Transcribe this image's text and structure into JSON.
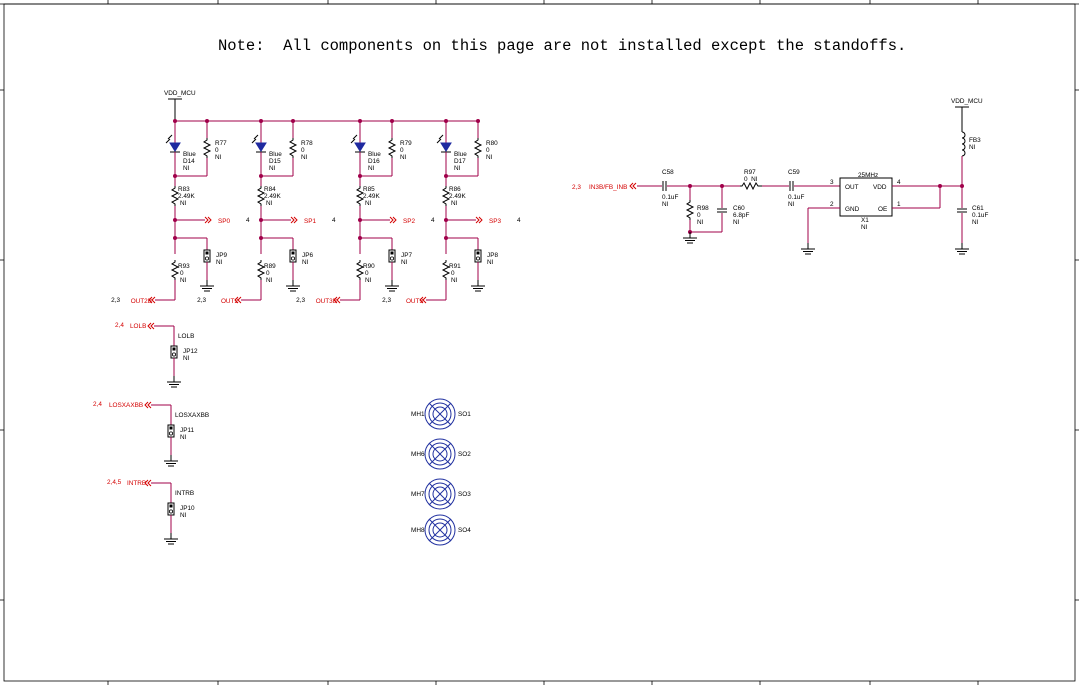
{
  "note": "Note:  All components on this page are not installed except the standoffs.",
  "power": {
    "vdd_mcu_left": "VDD_MCU",
    "vdd_mcu_right": "VDD_MCU"
  },
  "led_columns": [
    {
      "led": "D14",
      "led_color": "Blue",
      "led_ni": "NI",
      "r_top": "R77",
      "r_top_val": "0",
      "r_top_ni": "NI",
      "r_mid": "R83",
      "r_mid_val": "2.49K",
      "r_mid_ni": "NI",
      "sp": "SP0",
      "sp_page": "4",
      "r_bot": "R93",
      "r_bot_val": "0",
      "r_bot_ni": "NI",
      "jp": "JP9",
      "jp_ni": "NI",
      "out": "OUT2B",
      "out_page": "2,3"
    },
    {
      "led": "D15",
      "led_color": "Blue",
      "led_ni": "NI",
      "r_top": "R78",
      "r_top_val": "0",
      "r_top_ni": "NI",
      "r_mid": "R84",
      "r_mid_val": "2.49K",
      "r_mid_ni": "NI",
      "sp": "SP1",
      "sp_page": "4",
      "r_bot": "R89",
      "r_bot_val": "0",
      "r_bot_ni": "NI",
      "jp": "JP6",
      "jp_ni": "NI",
      "out": "OUT2",
      "out_page": "2,3"
    },
    {
      "led": "D16",
      "led_color": "Blue",
      "led_ni": "NI",
      "r_top": "R79",
      "r_top_val": "0",
      "r_top_ni": "NI",
      "r_mid": "R85",
      "r_mid_val": "2.49K",
      "r_mid_ni": "NI",
      "sp": "SP2",
      "sp_page": "4",
      "r_bot": "R90",
      "r_bot_val": "0",
      "r_bot_ni": "NI",
      "jp": "JP7",
      "jp_ni": "NI",
      "out": "OUT3B",
      "out_page": "2,3"
    },
    {
      "led": "D17",
      "led_color": "Blue",
      "led_ni": "NI",
      "r_top": "R80",
      "r_top_val": "0",
      "r_top_ni": "NI",
      "r_mid": "R86",
      "r_mid_val": "2.49K",
      "r_mid_ni": "NI",
      "sp": "SP3",
      "sp_page": "4",
      "r_bot": "R91",
      "r_bot_val": "0",
      "r_bot_ni": "NI",
      "jp": "JP8",
      "jp_ni": "NI",
      "out": "OUT3",
      "out_page": "2,3"
    }
  ],
  "jumper_nets": [
    {
      "net": "LOLB",
      "page": "2,4",
      "local": "LOLB",
      "jp": "JP12",
      "ni": "NI"
    },
    {
      "net": "LOSXAXBB",
      "page": "2,4",
      "local": "LOSXAXBB",
      "jp": "JP11",
      "ni": "NI"
    },
    {
      "net": "INTRB",
      "page": "2,4,5",
      "local": "INTRB",
      "jp": "JP10",
      "ni": "NI"
    }
  ],
  "standoffs": [
    {
      "mh": "MH1",
      "so": "SO1"
    },
    {
      "mh": "MH6",
      "so": "SO2"
    },
    {
      "mh": "MH7",
      "so": "SO3"
    },
    {
      "mh": "MH8",
      "so": "SO4"
    }
  ],
  "oscillator": {
    "in_net": "IN3B/FB_INB",
    "in_page": "2,3",
    "c58": "C58",
    "c58_val": "0.1uF",
    "c58_ni": "NI",
    "r98": "R98",
    "r98_val": "0",
    "r98_ni": "NI",
    "c60": "C60",
    "c60_val": "6.8pF",
    "c60_ni": "NI",
    "r97": "R97",
    "r97_val": "0  NI",
    "c59": "C59",
    "c59_val": "0.1uF",
    "c59_ni": "NI",
    "freq": "25MHz",
    "pin_out": "OUT",
    "pin_vdd": "VDD",
    "pin_gnd": "GND",
    "pin_oe": "OE",
    "pin3": "3",
    "pin4": "4",
    "pin2": "2",
    "pin1": "1",
    "ref": "X1",
    "ref_ni": "NI",
    "fb3": "FB3",
    "fb3_ni": "NI",
    "c61": "C61",
    "c61_val": "0.1uF",
    "c61_ni": "NI"
  }
}
